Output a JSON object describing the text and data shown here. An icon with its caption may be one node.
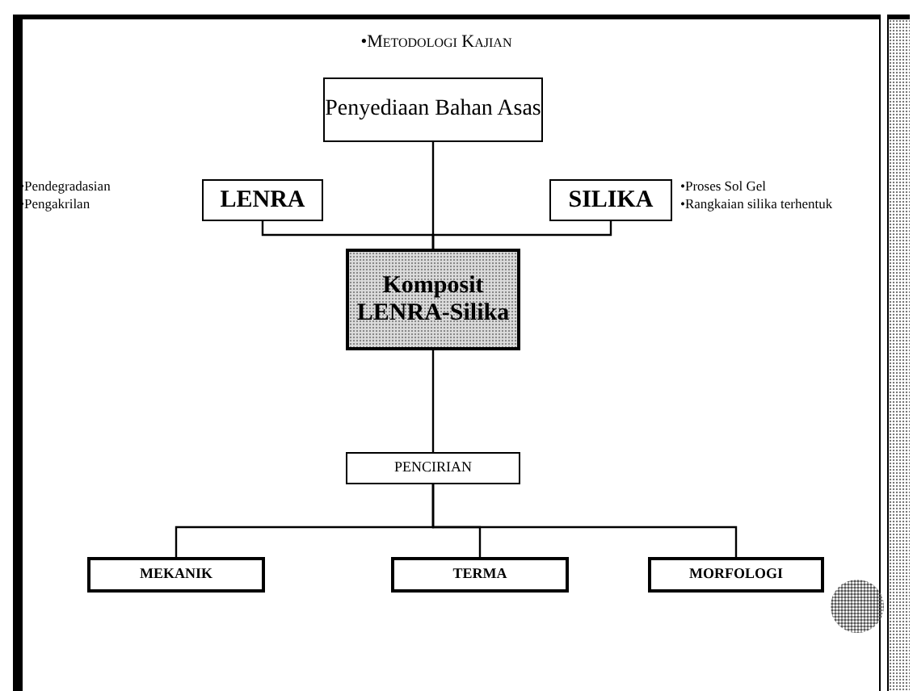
{
  "diagram": {
    "title": "•Metodologi Kajian",
    "nodes": [
      {
        "text": [
          "Penyediaan Bahan Asas"
        ]
      },
      {
        "text": [
          "LENRA"
        ],
        "beside": [
          "•Pendegradasian",
          "•Pengakrilan"
        ]
      },
      {
        "text": [
          "SILIKA"
        ],
        "beside": [
          "•Proses Sol Gel",
          "•Rangkaian silika terhentuk"
        ]
      },
      {
        "text": [
          "Komposit LENRA-Silika"
        ]
      },
      {
        "text": [
          "PENCIRIAN"
        ]
      },
      {
        "text": [
          "MEKANIK"
        ]
      },
      {
        "text": [
          "TERMA"
        ]
      },
      {
        "text": [
          "MORFOLOGI"
        ]
      }
    ],
    "edges": [
      {
        "from": 0,
        "to": 3,
        "arrow": "none"
      },
      {
        "from": 1,
        "to": 3,
        "arrow": "none"
      },
      {
        "from": 2,
        "to": 3,
        "arrow": "none"
      },
      {
        "from": 3,
        "to": 4,
        "arrow": "none"
      },
      {
        "from": 4,
        "to": 5,
        "arrow": "none"
      },
      {
        "from": 4,
        "to": 6,
        "arrow": "none"
      },
      {
        "from": 4,
        "to": 7,
        "arrow": "none"
      }
    ]
  }
}
